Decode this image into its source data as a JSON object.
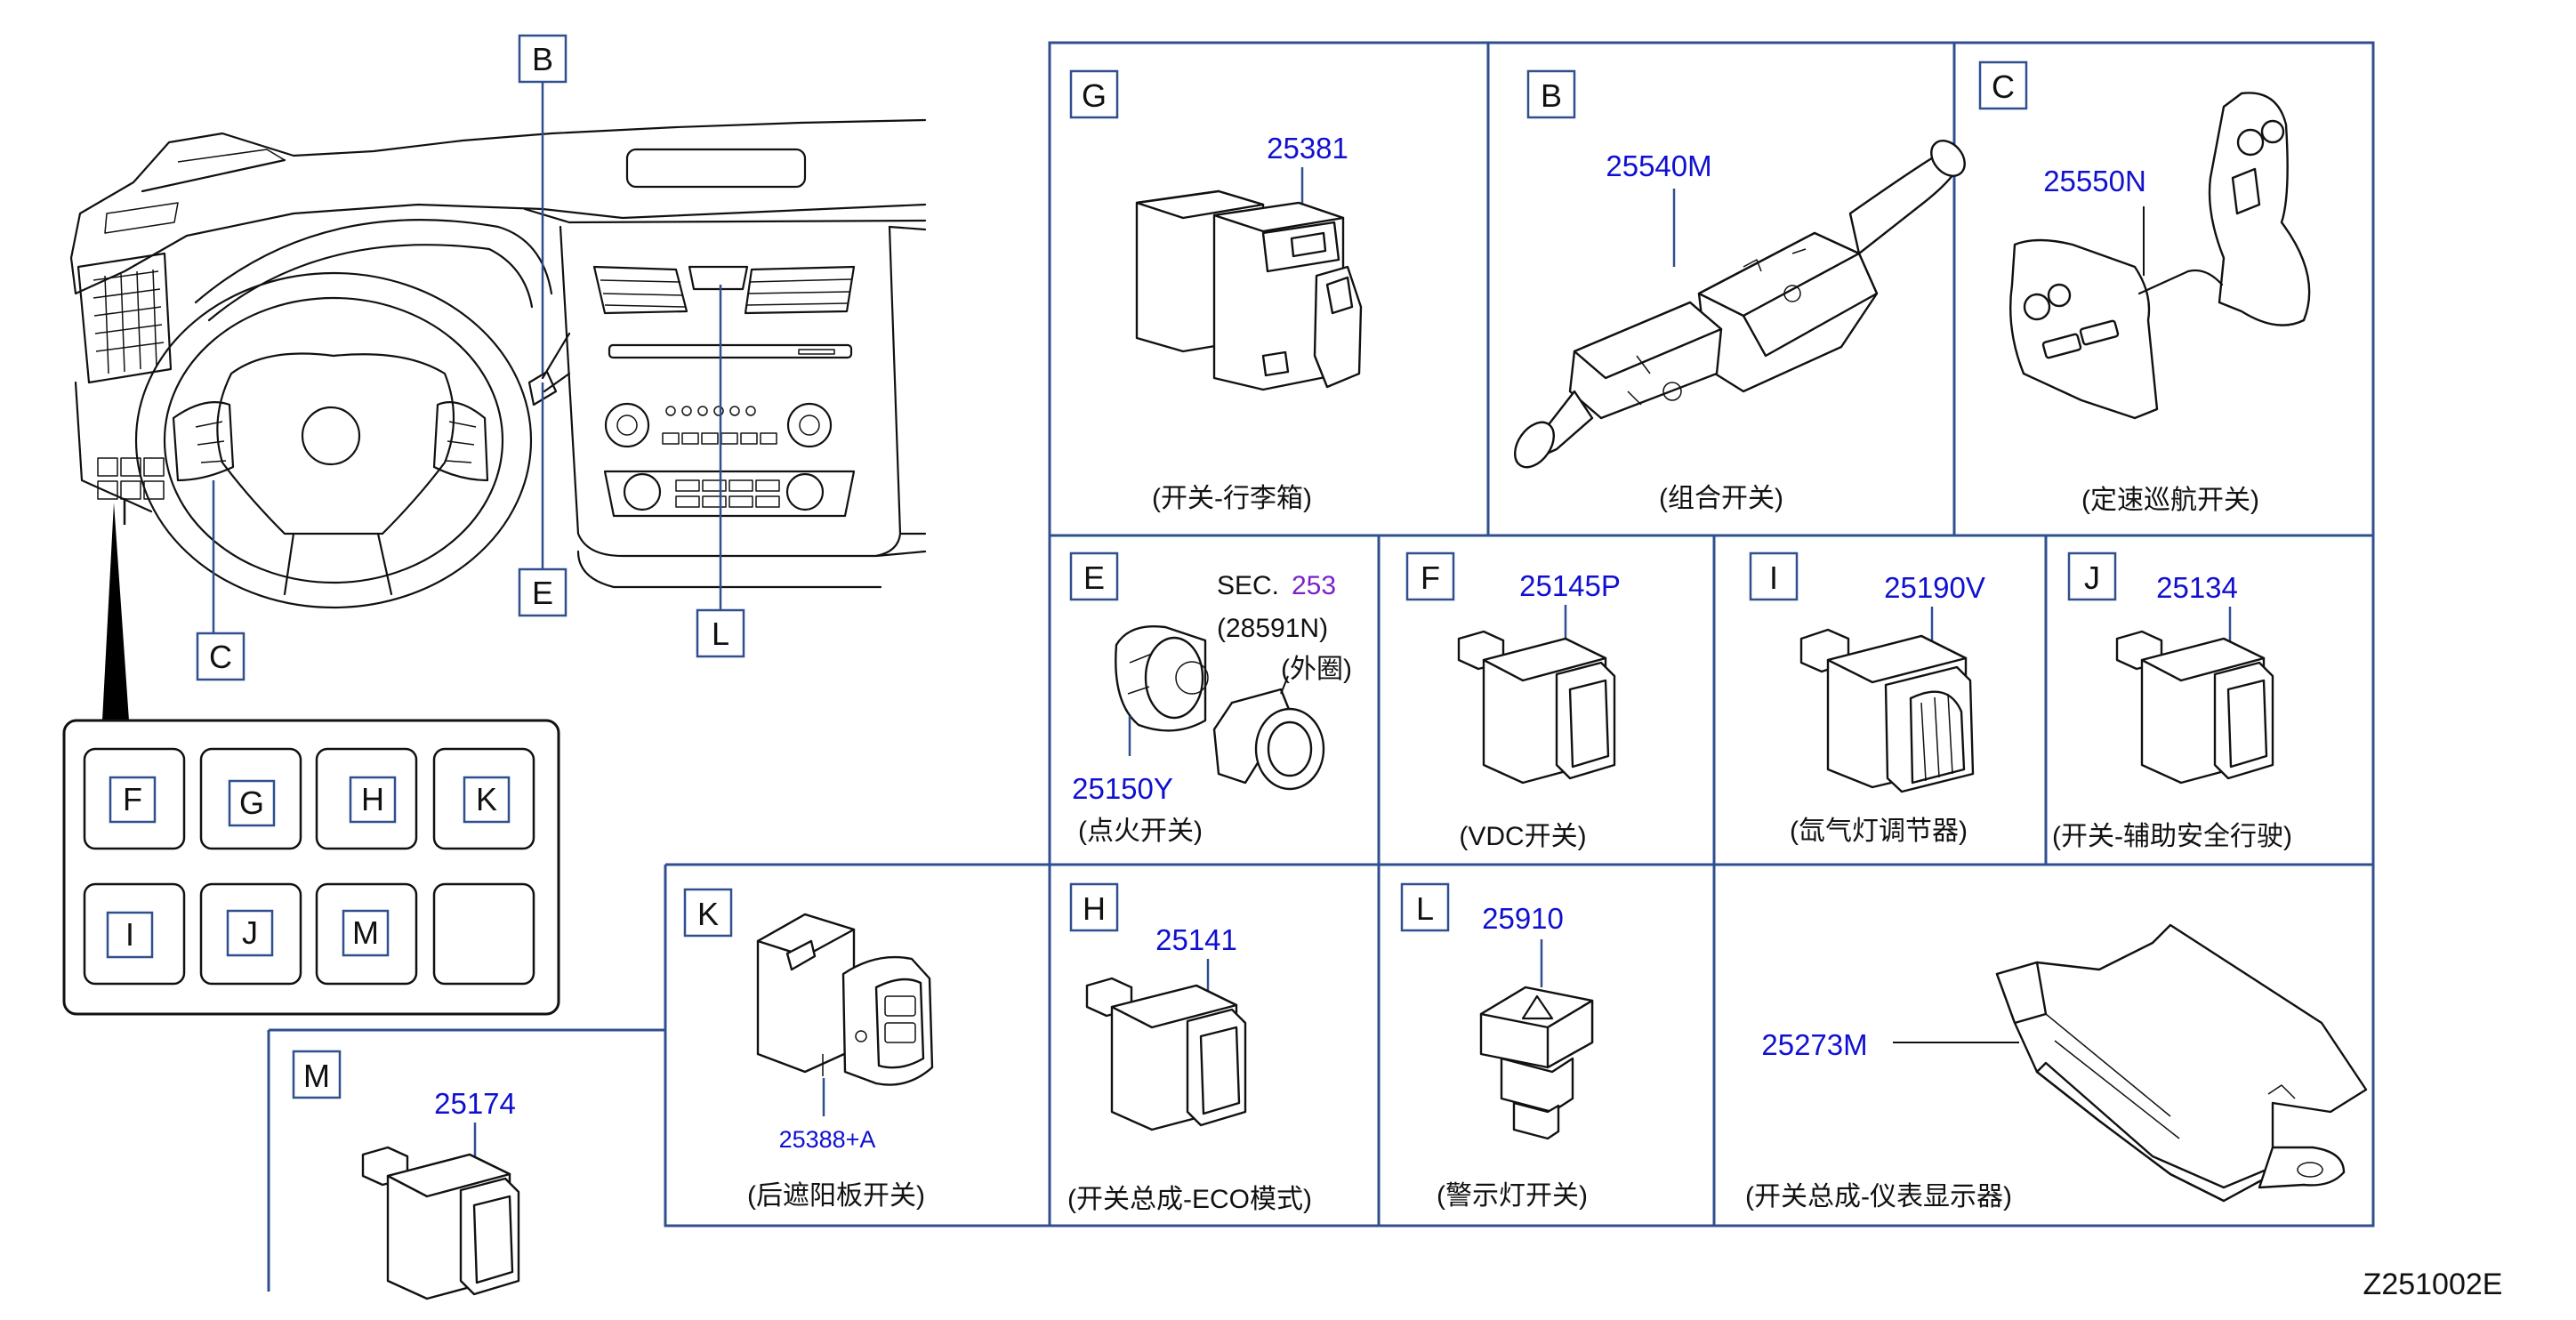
{
  "diagram_code": "Z251002E",
  "overview": {
    "callouts": [
      "B",
      "C",
      "E",
      "L"
    ],
    "switch_bank": [
      "F",
      "G",
      "H",
      "K",
      "I",
      "J",
      "M",
      ""
    ]
  },
  "panels": {
    "G": {
      "letter": "G",
      "part": "25381",
      "caption": "(开关-行李箱)"
    },
    "B": {
      "letter": "B",
      "part": "25540M",
      "caption": "(组合开关)"
    },
    "C": {
      "letter": "C",
      "part": "25550N",
      "caption": "(定速巡航开关)"
    },
    "E": {
      "letter": "E",
      "part": "25150Y",
      "caption": "(点火开关)",
      "sec_prefix": "SEC.",
      "sec_number": "253",
      "ref_part": "(28591N)",
      "ref_caption": "(外圈)"
    },
    "F": {
      "letter": "F",
      "part": "25145P",
      "caption": "(VDC开关)"
    },
    "I": {
      "letter": "I",
      "part": "25190V",
      "caption": "(氙气灯调节器)"
    },
    "J": {
      "letter": "J",
      "part": "25134",
      "caption": "(开关-辅助安全行驶)"
    },
    "K": {
      "letter": "K",
      "part": "25388+A",
      "caption": "(后遮阳板开关)"
    },
    "H": {
      "letter": "H",
      "part": "25141",
      "caption": "(开关总成-ECO模式)"
    },
    "L": {
      "letter": "L",
      "part": "25910",
      "caption": "(警示灯开关)"
    },
    "N": {
      "part": "25273M",
      "caption": "(开关总成-仪表显示器)"
    },
    "M": {
      "letter": "M",
      "part": "25174"
    }
  },
  "colors": {
    "frame": "#2f4f8f",
    "part_number": "#1010d0",
    "sec_number": "#7a22c8",
    "line": "#111111"
  }
}
